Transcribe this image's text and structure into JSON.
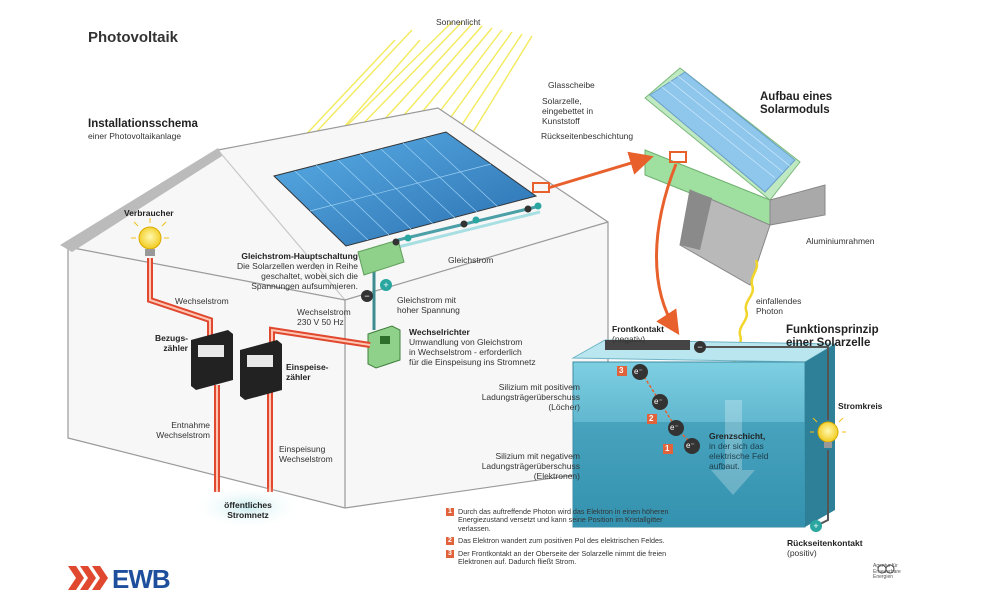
{
  "title": "Photovoltaik",
  "sun_label": "Sonnenlicht",
  "install": {
    "heading": "Installationsschema",
    "subheading": "einer Photovoltaikanlage"
  },
  "house": {
    "consumer": "Verbraucher",
    "ac_label": "Wechselstrom",
    "ac_grid_label": "Wechselstrom",
    "ac_freq": "230 V 50 Hz",
    "meter_consumption": [
      "Bezugs-",
      "zähler"
    ],
    "meter_feed": [
      "Einspeise-",
      "zähler"
    ],
    "draw_label": [
      "Entnahme",
      "Wechselstrom"
    ],
    "feed_label": [
      "Einspeisung",
      "Wechselstrom"
    ],
    "grid": [
      "öffentliches",
      "Stromnetz"
    ],
    "dc_series_title": "Gleichstrom-Hauptschaltung",
    "dc_series_text": [
      "Die Solarzellen werden in Reihe",
      "geschaltet, wobei sich die",
      "Spannungen aufsummieren."
    ],
    "dc_label": "Gleichstrom",
    "dc_high": [
      "Gleichstrom mit",
      "hoher Spannung"
    ],
    "inverter_title": "Wechselrichter",
    "inverter_text": [
      "Umwandlung von Gleichstrom",
      "in Wechselstrom - erforderlich",
      "für die Einspeisung ins Stromnetz"
    ]
  },
  "module": {
    "heading": [
      "Aufbau eines",
      "Solarmoduls"
    ],
    "glass": "Glasscheibe",
    "cell": [
      "Solarzelle,",
      "eingebettet in",
      "Kunststoff"
    ],
    "backsheet": "Rückseitenbeschichtung",
    "frame": "Aluminiumrahmen",
    "photon": [
      "einfallendes",
      "Photon"
    ]
  },
  "cell": {
    "heading": [
      "Funktionsprinzip",
      "einer Solarzelle"
    ],
    "front_contact": "Frontkontakt",
    "front_contact_sub": "(negativ)",
    "p_layer": [
      "Silizium mit positivem",
      "Ladungsträgerüberschuss",
      "(Löcher)"
    ],
    "n_layer": [
      "Silizium mit negativem",
      "Ladungsträgerüberschuss",
      "(Elektronen)"
    ],
    "junction": [
      "Grenzschicht,",
      "in der sich das",
      "elektrische Feld",
      "aufbaut."
    ],
    "circuit": "Stromkreis",
    "back_contact": "Rückseitenkontakt",
    "back_contact_sub": "(positiv)",
    "electron": "e⁻",
    "steps": [
      "1",
      "2",
      "3"
    ]
  },
  "notes": [
    {
      "num": "1",
      "text": "Durch das auftreffende Photon wird das Elektron in einen höheren Energiezustand versetzt und kann seine Position im Kristallgitter verlassen."
    },
    {
      "num": "2",
      "text": "Das Elektron wandert zum positiven Pol des elektrischen Feldes."
    },
    {
      "num": "3",
      "text": "Der Frontkontakt an der Oberseite der Solarzelle nimmt die freien Elektronen auf. Dadurch fließt Strom."
    }
  ],
  "logo": "EWB",
  "agency": "Agentur für Erneuerbare Energien",
  "colors": {
    "cable_red": "#e0482f",
    "panel_blue": "#3d8fd0",
    "green": "#8fd18a",
    "cell_teal": "#4fb3c9",
    "arrow_orange": "#e8602c",
    "sun_yellow": "#f2e84a",
    "brand_blue": "#1d4f9c"
  }
}
